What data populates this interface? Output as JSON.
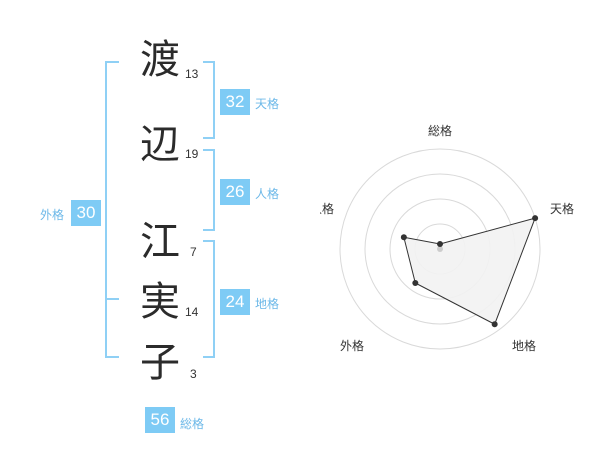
{
  "name": {
    "chars": [
      {
        "char": "渡",
        "strokes": "13"
      },
      {
        "char": "辺",
        "strokes": "19"
      },
      {
        "char": "江",
        "strokes": "7"
      },
      {
        "char": "実",
        "strokes": "14"
      },
      {
        "char": "子",
        "strokes": "3"
      }
    ]
  },
  "fortunes": {
    "tenkaku": {
      "value": "32",
      "label": "天格"
    },
    "jinkaku": {
      "value": "26",
      "label": "人格"
    },
    "chikaku": {
      "value": "24",
      "label": "地格"
    },
    "gaikaku": {
      "value": "30",
      "label": "外格"
    },
    "soukaku": {
      "value": "56",
      "label": "総格"
    }
  },
  "chart_data": {
    "type": "radar",
    "axes": [
      "総格",
      "天格",
      "地格",
      "外格",
      "人格"
    ],
    "values": [
      0.05,
      1.0,
      0.93,
      0.42,
      0.38
    ],
    "max": 1.0,
    "rings": 4,
    "colors": {
      "fill": "#f2f2f2",
      "stroke": "#333333",
      "ring": "#d9d9d9",
      "point": "#333333",
      "accent": "#7ecbf5"
    }
  }
}
